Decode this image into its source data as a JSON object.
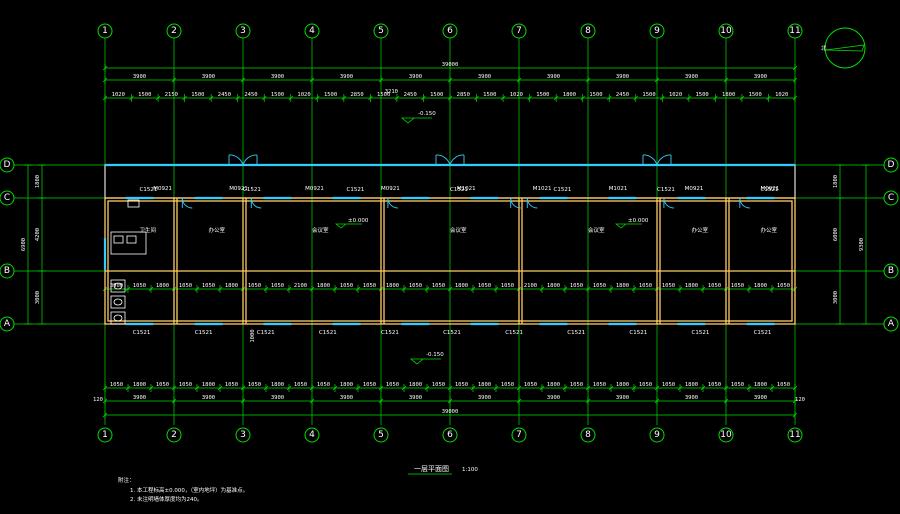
{
  "colors": {
    "background": "#000000",
    "axis": "#00e000",
    "wall": "#ffcc66",
    "window": "#33ccff",
    "text": "#ffffff"
  },
  "axes": {
    "columns": [
      "1",
      "2",
      "3",
      "4",
      "5",
      "6",
      "7",
      "8",
      "9",
      "10",
      "11"
    ],
    "rows": [
      "D",
      "C",
      "B",
      "A"
    ]
  },
  "dims": {
    "top_bays": [
      "3900",
      "3900",
      "3900",
      "3900",
      "3900",
      "3900",
      "3900",
      "3900",
      "3900",
      "3900"
    ],
    "top_total": "39000",
    "top_total_mid": "3210",
    "top_detail": [
      "1020",
      "1500",
      "2150",
      "1500",
      "2450",
      "2450",
      "1500",
      "1020",
      "1500",
      "2850",
      "1500",
      "2450",
      "1500",
      "2850",
      "1500",
      "1020",
      "1500",
      "1800",
      "1500",
      "2450",
      "1500",
      "1020",
      "1500",
      "1800",
      "1500",
      "1020"
    ],
    "bottom_detail": [
      "1050",
      "1800",
      "1050",
      "1050",
      "1800",
      "1050",
      "1050",
      "1800",
      "1050",
      "1050",
      "1800",
      "1050",
      "1050",
      "1800",
      "1050",
      "1050",
      "1800",
      "1050",
      "1050",
      "1800",
      "1050",
      "1050",
      "1800",
      "1050",
      "1050",
      "1800",
      "1050",
      "1050",
      "1800",
      "1050"
    ],
    "bottom_bays": [
      "3900",
      "3900",
      "3900",
      "3900",
      "3900",
      "3900",
      "3900",
      "3900",
      "3900",
      "3900"
    ],
    "bottom_total": "39000",
    "edge_left": "120",
    "edge_right": "120",
    "left_overall": "6900",
    "left_upper": "1800",
    "left_middle": "4200",
    "left_lower": "3000",
    "right_upper": "1800",
    "right_middle": "6000",
    "right_overall": "9300",
    "right_lower": "3000",
    "vertical_note": "1000",
    "bay_inner": [
      "3900",
      "1050",
      "1800",
      "1050",
      "1050",
      "1800",
      "1050",
      "1050",
      "2100",
      "1800",
      "1050",
      "1050",
      "1800",
      "1050",
      "1050",
      "1800",
      "1050",
      "1050",
      "2100",
      "1800",
      "1050",
      "1050",
      "1800",
      "1050",
      "1050",
      "1800",
      "1050",
      "1050",
      "1800",
      "1050"
    ]
  },
  "levels": {
    "top": "-0.150",
    "bottom": "-0.150",
    "room_a": "±0.000",
    "room_b": "±0.000"
  },
  "rooms": [
    "卫生间",
    "办公室",
    "会议室",
    "会议室",
    "会议室",
    "办公室",
    "办公室"
  ],
  "window_tags_top": [
    "C1521",
    "C1521",
    "C1521",
    "C1521",
    "C1521",
    "C1521",
    "C1521"
  ],
  "door_tags": [
    "M0921",
    "M0921",
    "M0921",
    "M0921",
    "M1021",
    "M1021",
    "M1021",
    "M0921",
    "M0921"
  ],
  "window_tags_bottom": [
    "C1521",
    "C1521",
    "C1521",
    "C1521",
    "C1521",
    "C1521",
    "C1521",
    "C1521",
    "C1521",
    "C1521",
    "C1521"
  ],
  "drawing_title": "一层平面图",
  "drawing_scale": "1:100",
  "notes_title": "附注：",
  "notes": [
    "1. 本工程标高±0.000，（室内地坪）为基准点。",
    "2. 未注明墙体厚度均为240。"
  ],
  "north_label": "北"
}
